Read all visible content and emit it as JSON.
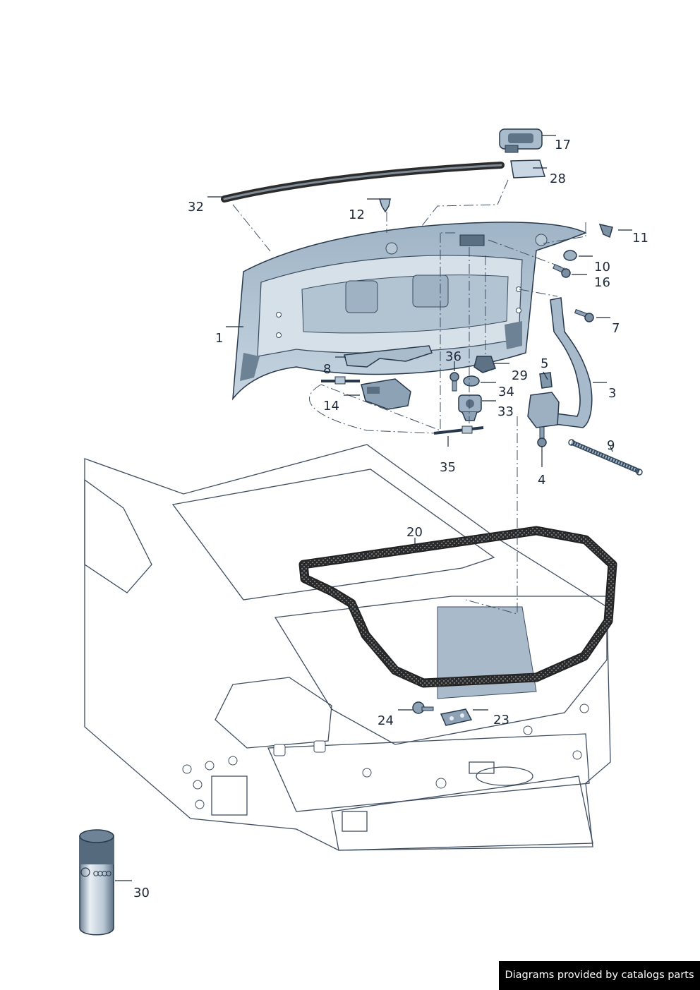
{
  "diagram": {
    "callouts": [
      {
        "id": "1",
        "label": "1"
      },
      {
        "id": "3",
        "label": "3"
      },
      {
        "id": "4",
        "label": "4"
      },
      {
        "id": "5",
        "label": "5"
      },
      {
        "id": "7",
        "label": "7"
      },
      {
        "id": "8",
        "label": "8"
      },
      {
        "id": "9",
        "label": "9"
      },
      {
        "id": "10",
        "label": "10"
      },
      {
        "id": "11",
        "label": "11"
      },
      {
        "id": "12",
        "label": "12"
      },
      {
        "id": "14",
        "label": "14"
      },
      {
        "id": "16",
        "label": "16"
      },
      {
        "id": "17",
        "label": "17"
      },
      {
        "id": "20",
        "label": "20"
      },
      {
        "id": "23",
        "label": "23"
      },
      {
        "id": "24",
        "label": "24"
      },
      {
        "id": "28",
        "label": "28"
      },
      {
        "id": "29",
        "label": "29"
      },
      {
        "id": "30",
        "label": "30"
      },
      {
        "id": "32",
        "label": "32"
      },
      {
        "id": "33",
        "label": "33"
      },
      {
        "id": "34",
        "label": "34"
      },
      {
        "id": "35",
        "label": "35"
      },
      {
        "id": "36",
        "label": "36"
      }
    ],
    "colors": {
      "panel": "#c3d2de",
      "panel_light": "#dbe5ed",
      "panel_dark": "#8ea3b6",
      "car_body": "#e4ebf1",
      "seal": "#2a2a2a",
      "ink": "#1e2a3a"
    }
  },
  "footer": {
    "credit": "Diagrams provided by catalogs parts"
  }
}
